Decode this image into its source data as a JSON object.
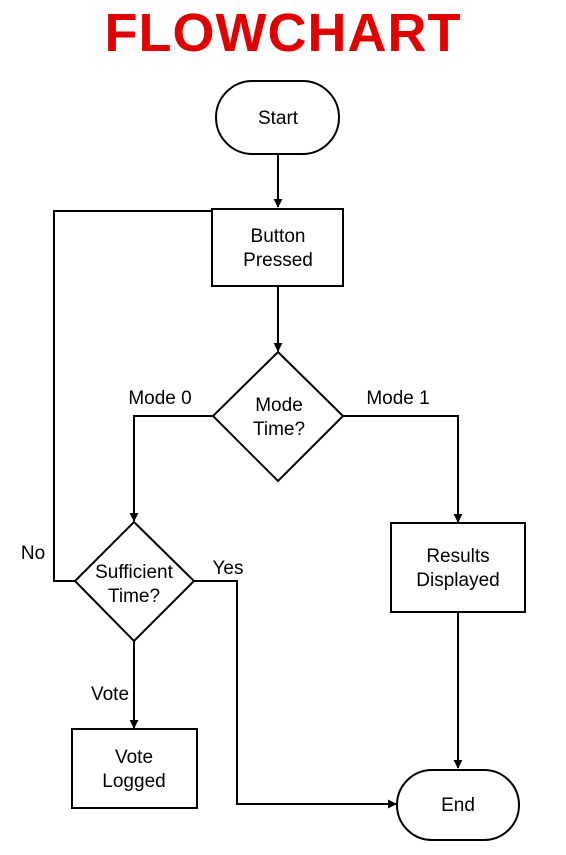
{
  "title": "FLOWCHART",
  "colors": {
    "title": "#e00000",
    "stroke": "#000000",
    "fill": "#ffffff"
  },
  "nodes": {
    "start": {
      "shape": "terminal",
      "lines": [
        "Start"
      ]
    },
    "button_pressed": {
      "shape": "process",
      "lines": [
        "Button",
        "Pressed"
      ]
    },
    "mode_decision": {
      "shape": "decision",
      "lines": [
        "Mode",
        "Time?"
      ]
    },
    "sufficient_time": {
      "shape": "decision",
      "lines": [
        "Sufficient",
        "Time?"
      ]
    },
    "results_displayed": {
      "shape": "process",
      "lines": [
        "Results",
        "Displayed"
      ]
    },
    "vote_logged": {
      "shape": "process",
      "lines": [
        "Vote",
        "Logged"
      ]
    },
    "end": {
      "shape": "terminal",
      "lines": [
        "End"
      ]
    }
  },
  "edges": [
    {
      "from": "start",
      "to": "button_pressed",
      "label": ""
    },
    {
      "from": "button_pressed",
      "to": "mode_decision",
      "label": ""
    },
    {
      "from": "mode_decision",
      "to": "sufficient_time",
      "label": "Mode 0"
    },
    {
      "from": "mode_decision",
      "to": "results_displayed",
      "label": "Mode 1"
    },
    {
      "from": "sufficient_time",
      "to": "button_pressed",
      "label": "No"
    },
    {
      "from": "sufficient_time",
      "to": "end",
      "label": "Yes"
    },
    {
      "from": "sufficient_time",
      "to": "vote_logged",
      "label": "Vote"
    },
    {
      "from": "results_displayed",
      "to": "end",
      "label": ""
    }
  ]
}
